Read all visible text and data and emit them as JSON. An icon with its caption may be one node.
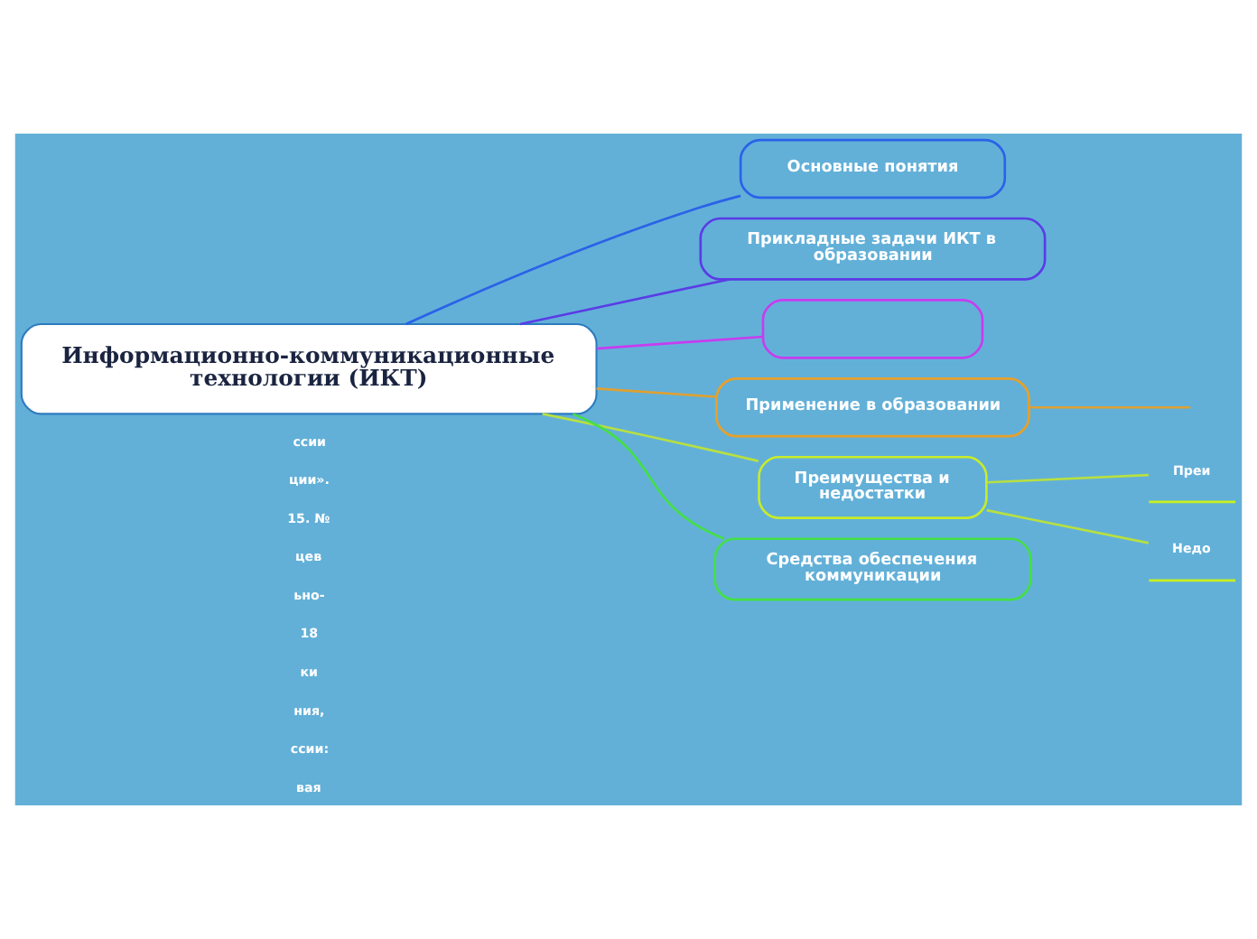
{
  "diagram": {
    "nodes": [
      {
        "text": [
          "Информационно-коммуникационные технологии (ИКТ)"
        ]
      },
      {
        "text": [
          "Основные понятия"
        ]
      },
      {
        "text": [
          "Прикладные задачи ИКТ в образовании"
        ]
      },
      {
        "text": [],
        "shape": "box"
      },
      {
        "text": [
          "Применение в образовании"
        ]
      },
      {
        "text": [
          "Преимущества и недостатки"
        ]
      },
      {
        "text": [
          "Преи"
        ]
      },
      {
        "text": [
          "Недо"
        ]
      },
      {
        "text": [
          "Средства обеспечения коммуникации"
        ]
      }
    ],
    "edges": [
      {
        "from": 0,
        "to": 1,
        "arrow": "none",
        "color": "#2a62e8"
      },
      {
        "from": 0,
        "to": 2,
        "arrow": "none",
        "color": "#5a3ce6"
      },
      {
        "from": 0,
        "to": 3,
        "arrow": "none",
        "color": "#c83cf0"
      },
      {
        "from": 0,
        "to": 4,
        "arrow": "none",
        "color": "#e0a030"
      },
      {
        "from": 4,
        "to": null,
        "arrow": "none",
        "color": "#e0a030"
      },
      {
        "from": 0,
        "to": 5,
        "arrow": "none",
        "color": "#b8e040"
      },
      {
        "from": 5,
        "to": 6,
        "arrow": "none",
        "color": "#b8e040"
      },
      {
        "from": 5,
        "to": 7,
        "arrow": "none",
        "color": "#b8e040"
      },
      {
        "from": 0,
        "to": 8,
        "arrow": "none",
        "color": "#44e044"
      }
    ],
    "labels": [
      "ссии",
      "ции».",
      "15. №",
      "цев",
      "ьно-",
      "18",
      "ки",
      "ния,",
      "ссии:",
      "вая"
    ]
  }
}
